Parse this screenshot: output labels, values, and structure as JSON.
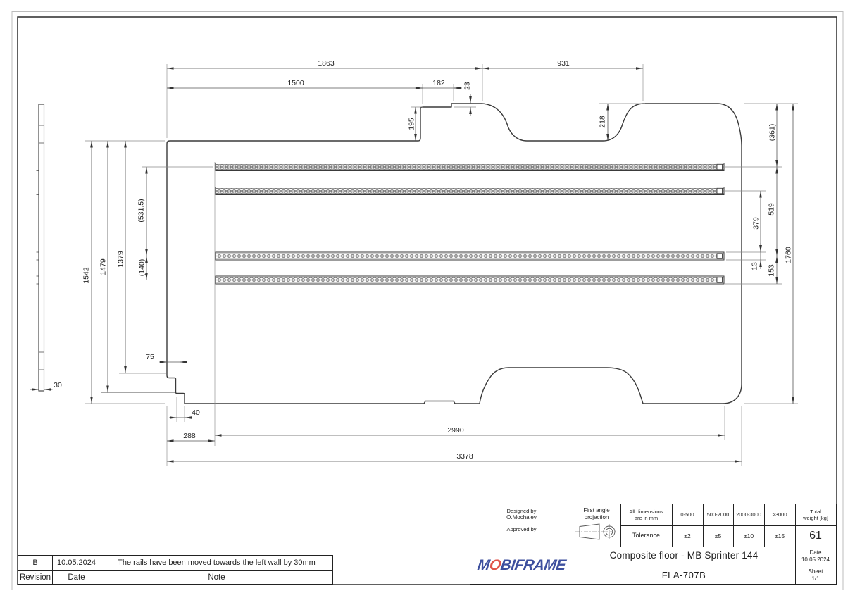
{
  "sheet": {
    "side_view": {
      "thickness": "30"
    },
    "main_view": {
      "top_dims": {
        "overall_left": "1863",
        "overall_right": "931",
        "recess_offset": "1500",
        "recess_width": "182",
        "edge_step": "23",
        "recess_depth": "195",
        "arch_depth": "218"
      },
      "left_dims": {
        "height_outer": "1542",
        "height_mid": "1479",
        "height_inner": "1379",
        "rail1_to_center": "(531,5)",
        "center_to_rail4": "(140)"
      },
      "right_dims": {
        "edge_to_rail1": "(361)",
        "rail1_to_center": "519",
        "rail2_to_center": "379",
        "rail_profile": "13",
        "center_to_rail4": "153",
        "overall_height": "1760"
      },
      "bottom_dims": {
        "step_width": "75",
        "step_small": "40",
        "left_offset": "288",
        "inner_length": "2990",
        "overall_length": "3378"
      }
    },
    "title_block": {
      "designed_by_label": "Designed by",
      "designed_by": "O.Mochalev",
      "approved_by_label": "Approved by",
      "projection_line1": "First angle",
      "projection_line2": "projection",
      "dims_note_line1": "All dimensions",
      "dims_note_line2": "are in mm",
      "tolerance_label": "Tolerance",
      "ranges": [
        "0-500",
        "500-2000",
        "2000-3000",
        ">3000"
      ],
      "tolerances": [
        "±2",
        "±5",
        "±10",
        "±15"
      ],
      "weight_label_line1": "Total",
      "weight_label_line2": "weight [kg]",
      "total_weight": "61",
      "brand_m": "M",
      "brand_o": "O",
      "brand_rest": "BIFRAME",
      "brand_blue": "#3d4f9e",
      "brand_red": "#e0544a",
      "drawing_title": "Composite floor - MB Sprinter 144",
      "drawing_number": "FLA-707B",
      "date_label": "Date",
      "date": "10.05.2024",
      "sheet_label": "Sheet",
      "sheet_number": "1/1"
    },
    "revision_table": {
      "rows": [
        {
          "revision": "B",
          "date": "10.05.2024",
          "note": "The rails have been moved towards the left wall by 30mm"
        }
      ],
      "revision_label": "Revision",
      "date_label": "Date",
      "note_label": "Note"
    }
  }
}
